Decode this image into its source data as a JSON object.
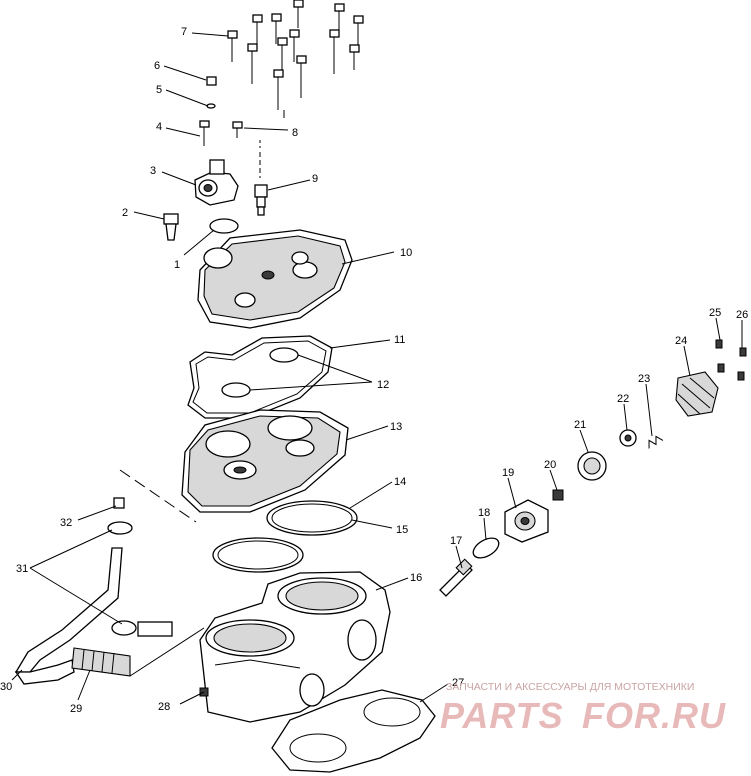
{
  "callouts": [
    {
      "id": "1",
      "label": "1"
    },
    {
      "id": "2",
      "label": "2"
    },
    {
      "id": "3",
      "label": "3"
    },
    {
      "id": "4",
      "label": "4"
    },
    {
      "id": "5",
      "label": "5"
    },
    {
      "id": "6",
      "label": "6"
    },
    {
      "id": "7",
      "label": "7"
    },
    {
      "id": "8",
      "label": "8"
    },
    {
      "id": "9",
      "label": "9"
    },
    {
      "id": "10",
      "label": "10"
    },
    {
      "id": "11",
      "label": "11"
    },
    {
      "id": "12",
      "label": "12"
    },
    {
      "id": "13",
      "label": "13"
    },
    {
      "id": "14",
      "label": "14"
    },
    {
      "id": "15",
      "label": "15"
    },
    {
      "id": "16",
      "label": "16"
    },
    {
      "id": "17",
      "label": "17"
    },
    {
      "id": "18",
      "label": "18"
    },
    {
      "id": "19",
      "label": "19"
    },
    {
      "id": "20",
      "label": "20"
    },
    {
      "id": "21",
      "label": "21"
    },
    {
      "id": "22",
      "label": "22"
    },
    {
      "id": "23",
      "label": "23"
    },
    {
      "id": "24",
      "label": "24"
    },
    {
      "id": "25",
      "label": "25"
    },
    {
      "id": "26",
      "label": "26"
    },
    {
      "id": "27",
      "label": "27"
    },
    {
      "id": "28",
      "label": "28"
    },
    {
      "id": "29",
      "label": "29"
    },
    {
      "id": "30",
      "label": "30"
    },
    {
      "id": "31",
      "label": "31"
    },
    {
      "id": "32",
      "label": "32"
    }
  ],
  "watermark": {
    "tagline": "ЗАПЧАСТИ И АКСЕССУАРЫ ДЛЯ МОТОТЕХНИКИ",
    "logo_left": "PARTS",
    "logo_right": "FOR.RU",
    "color_light": "#e8b9b9",
    "color_text": "#c9a3a3"
  }
}
